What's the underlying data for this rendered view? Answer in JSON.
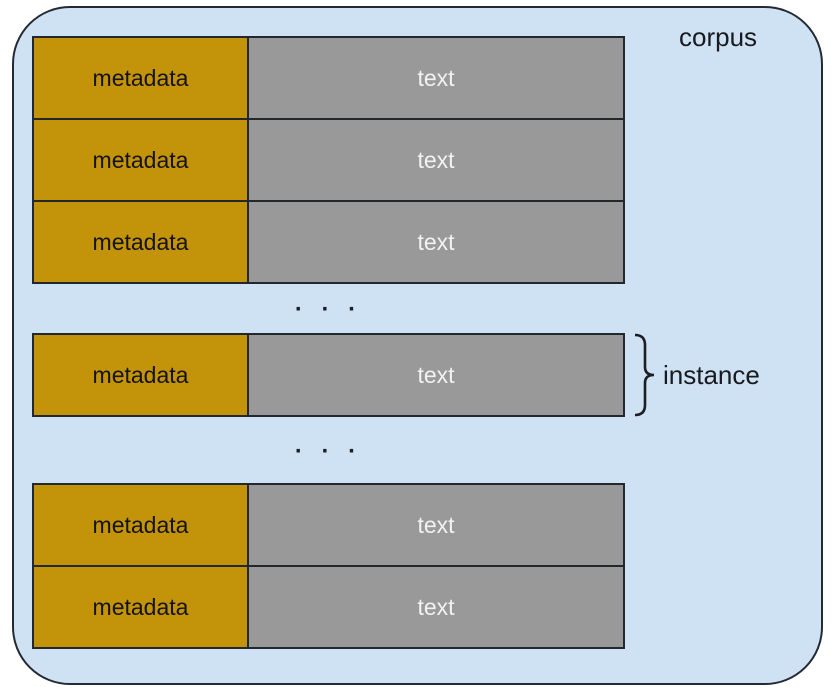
{
  "diagram": {
    "title_label": "corpus",
    "instance_label": "instance",
    "ellipsis": "· · ·"
  },
  "colors": {
    "metadata_fill": "#c3940a",
    "text_fill": "#999999",
    "row_border": "#23272e",
    "corpus_fill": "#cfe2f3",
    "corpus_border": "#232a33",
    "metadata_text": "#151310",
    "text_text": "#f2f2f2",
    "label_text": "#181a1f"
  },
  "rows": [
    {
      "metadata": "metadata",
      "text": "text"
    },
    {
      "metadata": "metadata",
      "text": "text"
    },
    {
      "metadata": "metadata",
      "text": "text"
    },
    {
      "metadata": "metadata",
      "text": "text"
    },
    {
      "metadata": "metadata",
      "text": "text"
    },
    {
      "metadata": "metadata",
      "text": "text"
    }
  ]
}
